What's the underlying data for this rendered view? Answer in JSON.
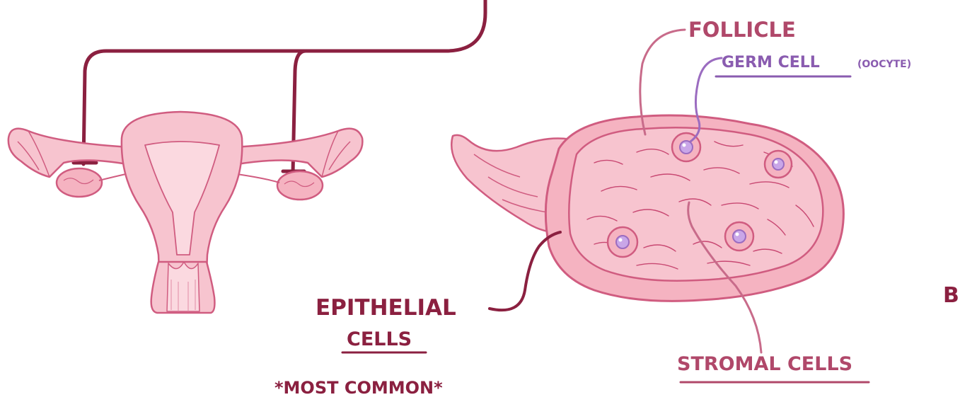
{
  "labels": {
    "follicle": "FOLLICLE",
    "germ_cell": "GERM CELL",
    "oocyte": "(OOCYTE)",
    "epithelial_line1": "EPITHELIAL",
    "epithelial_line2": "CELLS",
    "most_common": "*MOST COMMON*",
    "stromal_cells": "STROMAL CELLS",
    "cut_letter": "B"
  },
  "colors": {
    "label_dark": "#8b2040",
    "label_medium": "#b0486a",
    "germ_label": "#8a5cb0",
    "leader_pink": "#c86b8a",
    "leader_purple": "#9b6cc0",
    "outline": "#d05c80",
    "organ_fill": "#f7c4cf",
    "organ_light": "#fbd9e0",
    "ovary_fill": "#f5b3c1",
    "oocyte": "#c9a6e8"
  }
}
